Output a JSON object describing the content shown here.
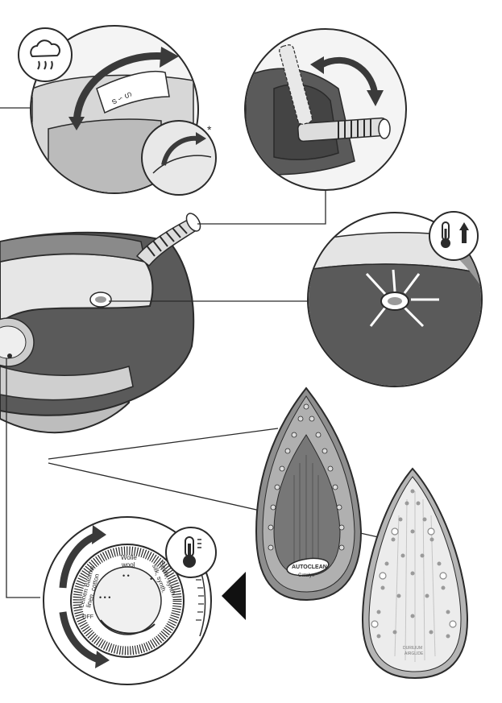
{
  "marks": {
    "asterisk": "*"
  },
  "dial": {
    "wool_de": "Wolle",
    "wool_en": "wool",
    "silk_de": "Seide, synth.",
    "silk_en": "silk, synth.",
    "linen_de": "Leinen Baumw.",
    "linen_en": "linen, cotton",
    "dots_low": "•",
    "dots_mid": "• •",
    "dots_high": "• • •",
    "off": "OFF"
  },
  "soleplate_front": {
    "brand": "AUTOCLEAN",
    "brand_sub": "Catalys"
  },
  "soleplate_back": {
    "brand_line1": "DURILIUM",
    "brand_line2": "AIRGLIDE"
  },
  "colors": {
    "dark_gray": "#5a5a5a",
    "mid_gray": "#9a9a9a",
    "light_gray": "#d9d9d9",
    "outline": "#2a2a2a"
  }
}
